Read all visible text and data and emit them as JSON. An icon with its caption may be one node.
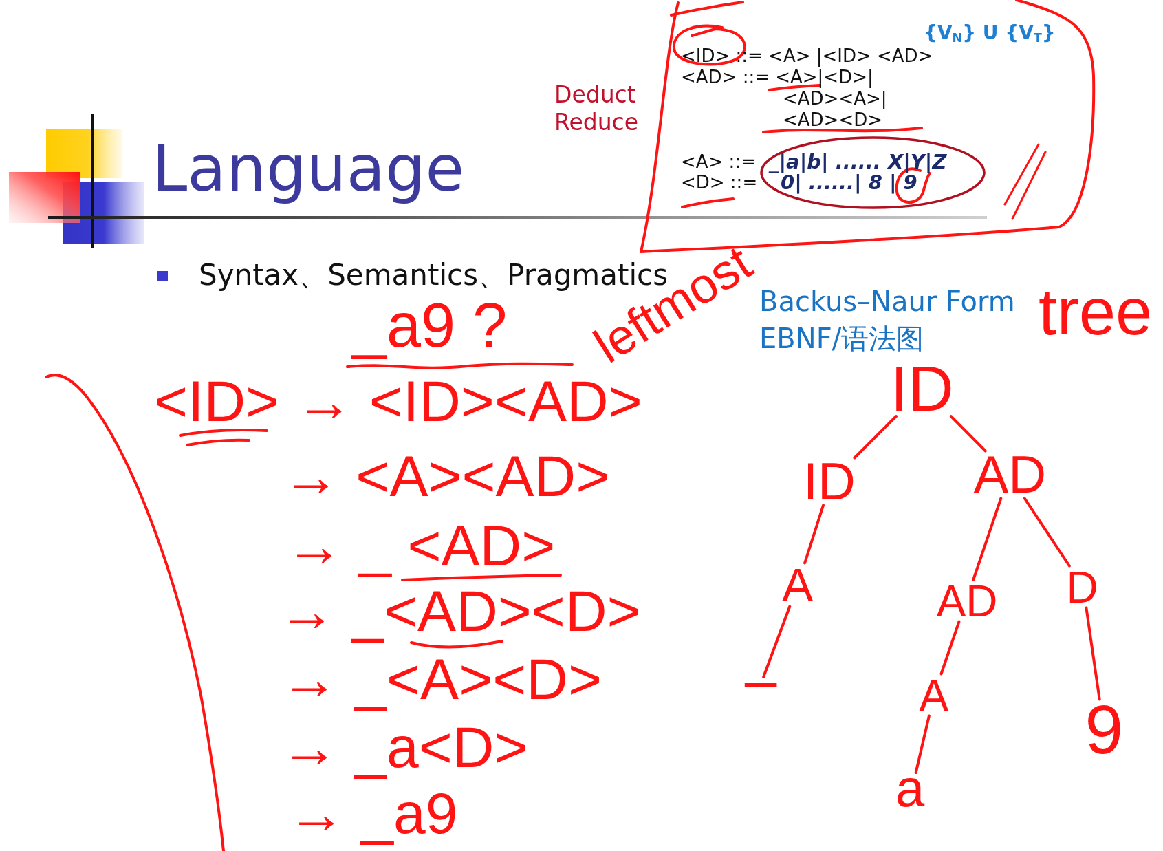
{
  "diagram": {
    "title": "Language",
    "nodes": [
      {
        "text": [
          "_|a|b| ...... X|Y|Z",
          "0| ......| 8 | 9"
        ]
      },
      {
        "text": [
          "ID"
        ]
      },
      {
        "text": [
          "ID"
        ]
      },
      {
        "text": [
          "AD"
        ]
      },
      {
        "text": [
          "A"
        ]
      },
      {
        "text": [
          "AD"
        ]
      },
      {
        "text": [
          "D"
        ]
      },
      {
        "text": [
          "_"
        ]
      },
      {
        "text": [
          "A"
        ]
      },
      {
        "text": [
          "9"
        ]
      },
      {
        "text": [
          "a"
        ]
      }
    ],
    "edges": [
      {
        "from": 1,
        "to": 2,
        "arrow": "none"
      },
      {
        "from": 1,
        "to": 3,
        "arrow": "none"
      },
      {
        "from": 2,
        "to": 4,
        "arrow": "none"
      },
      {
        "from": 3,
        "to": 5,
        "arrow": "none"
      },
      {
        "from": 3,
        "to": 6,
        "arrow": "none"
      },
      {
        "from": 4,
        "to": 7,
        "arrow": "none"
      },
      {
        "from": 5,
        "to": 8,
        "arrow": "none"
      },
      {
        "from": 6,
        "to": 9,
        "arrow": "none"
      },
      {
        "from": 8,
        "to": 10,
        "arrow": "none"
      }
    ],
    "labels": [
      "{V$_{N}$} U {V$_{T}$}",
      "<ID> ::= <A> |<ID> <AD>",
      "<AD> ::= <A>|<D>|",
      "Deduct",
      "<AD><A>|",
      "Reduce",
      "<AD><D>",
      "<A> ::=",
      "<D> ::=",
      "Syntax、Semantics、Pragmatics",
      "leftmost",
      "Backus–Naur Form",
      "EBNF/语法图",
      "tree",
      "_a9 ?",
      "<ID> → <ID><AD>",
      "→ <A><AD>",
      "→ _ <AD>",
      "→ _<AD><D>",
      "→ _<A><D>",
      "→ _a<D>",
      "→ _a9"
    ]
  }
}
